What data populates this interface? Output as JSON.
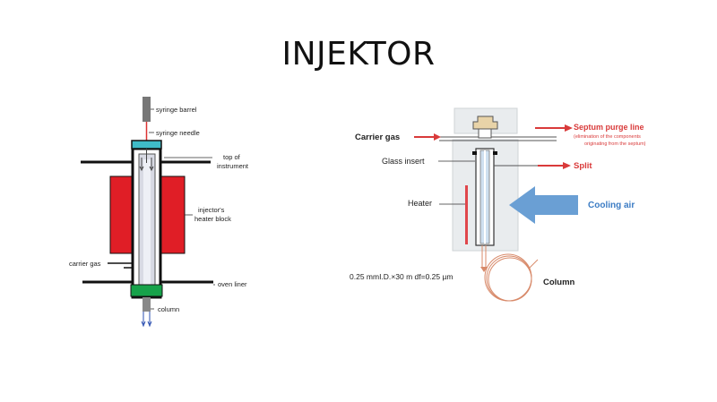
{
  "slide": {
    "title": "INJEKTOR"
  },
  "left_diagram": {
    "labels": {
      "syringe_barrel": "syringe barrel",
      "syringe_needle": "syringe needle",
      "top_of_instrument_1": "top of",
      "top_of_instrument_2": "instrument",
      "heater_block_1": "injector's",
      "heater_block_2": "heater block",
      "carrier_gas": "carrier gas",
      "oven_liner": "oven liner",
      "column": "column"
    }
  },
  "right_diagram": {
    "labels": {
      "carrier_gas": "Carrier gas",
      "septum_purge": "Septum purge line",
      "septum_purge_note_1": "(elimination of the components",
      "septum_purge_note_2": "originating from the septum)",
      "glass_insert": "Glass insert",
      "split": "Split",
      "heater": "Heater",
      "cooling_air": "Cooling air",
      "column_spec": "0.25 mmI.D.×30 m  df=0.25 µm",
      "column": "Column"
    },
    "colors": {
      "red": "#d93a3a",
      "blue_arrow": "#6a9fd4",
      "heater": "#e0464b"
    }
  }
}
